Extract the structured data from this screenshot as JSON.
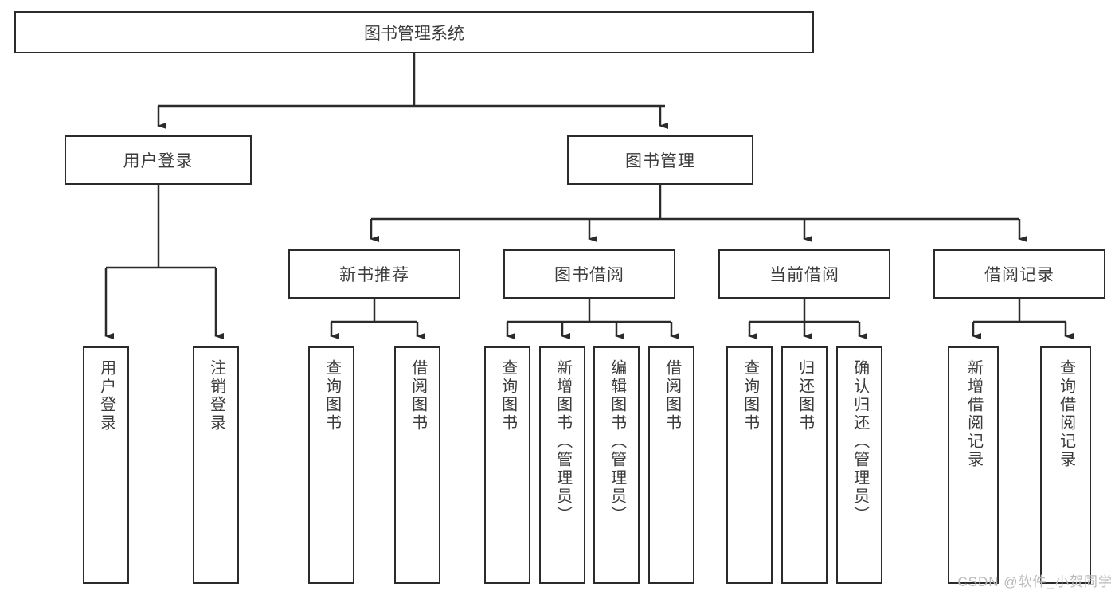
{
  "diagram": {
    "title": "图书管理系统",
    "type": "hierarchy-tree",
    "colors": {
      "box_border": "#2b2b2b",
      "box_fill": "#ffffff",
      "text": "#3c3c3c",
      "connector": "#2b2b2b",
      "watermark": "#b9b9b9"
    },
    "root": {
      "label": "图书管理系统"
    },
    "level2": [
      {
        "label": "用户登录"
      },
      {
        "label": "图书管理"
      }
    ],
    "level3": [
      {
        "label": "新书推荐"
      },
      {
        "label": "图书借阅"
      },
      {
        "label": "当前借阅"
      },
      {
        "label": "借阅记录"
      }
    ],
    "leaves": {
      "user_login": [
        {
          "label": "用户登录"
        },
        {
          "label": "注销登录"
        }
      ],
      "new_book": [
        {
          "label": "查询图书"
        },
        {
          "label": "借阅图书"
        }
      ],
      "book_borrow": [
        {
          "label": "查询图书"
        },
        {
          "label": "新增图书（管理员）"
        },
        {
          "label": "编辑图书（管理员）"
        },
        {
          "label": "借阅图书"
        }
      ],
      "current_borrow": [
        {
          "label": "查询图书"
        },
        {
          "label": "归还图书"
        },
        {
          "label": "确认归还（管理员）"
        }
      ],
      "borrow_record": [
        {
          "label": "新增借阅记录"
        },
        {
          "label": "查询借阅记录"
        }
      ]
    }
  },
  "watermark": {
    "text": "CSDN @软件_小贺同学"
  }
}
